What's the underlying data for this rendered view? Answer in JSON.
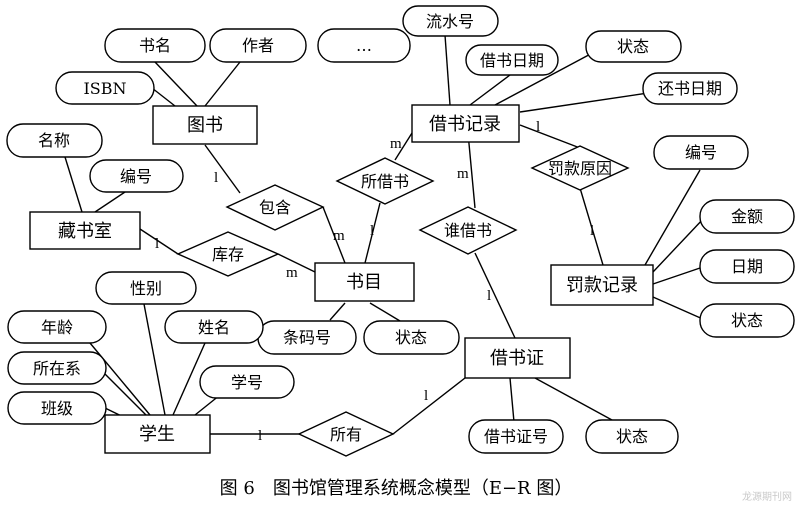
{
  "entities": {
    "book": "图书",
    "borrow_record": "借书记录",
    "collection_room": "藏书室",
    "catalog": "书目",
    "fine_record": "罚款记录",
    "library_card": "借书证",
    "student": "学生"
  },
  "relationships": {
    "contains": "包含",
    "borrowed_book": "所借书",
    "fine_reason": "罚款原因",
    "who_borrows": "谁借书",
    "stock": "库存",
    "owns": "所有"
  },
  "attributes": {
    "book_name": "书名",
    "author": "作者",
    "more": "…",
    "isbn": "ISBN",
    "serial_no": "流水号",
    "borrow_date": "借书日期",
    "record_status": "状态",
    "return_date": "还书日期",
    "room_name": "名称",
    "room_no": "编号",
    "barcode": "条码号",
    "catalog_status": "状态",
    "fine_no": "编号",
    "amount": "金额",
    "fine_date": "日期",
    "fine_status": "状态",
    "gender": "性别",
    "age": "年龄",
    "name": "姓名",
    "department": "所在系",
    "class": "班级",
    "student_no": "学号",
    "card_no": "借书证号",
    "card_status": "状态"
  },
  "cardinalities": {
    "book_contains": "l",
    "contains_catalog": "m",
    "record_borrowed": "m",
    "borrowed_catalog": "l",
    "room_stock": "l",
    "stock_catalog": "m",
    "record_who": "m",
    "who_card": "l",
    "record_reason": "l",
    "reason_fine": "l",
    "student_owns": "l",
    "owns_card": "l"
  },
  "caption": "图 6　图书馆管理系统概念模型（E−R 图）",
  "watermark": "龙源期刊网"
}
